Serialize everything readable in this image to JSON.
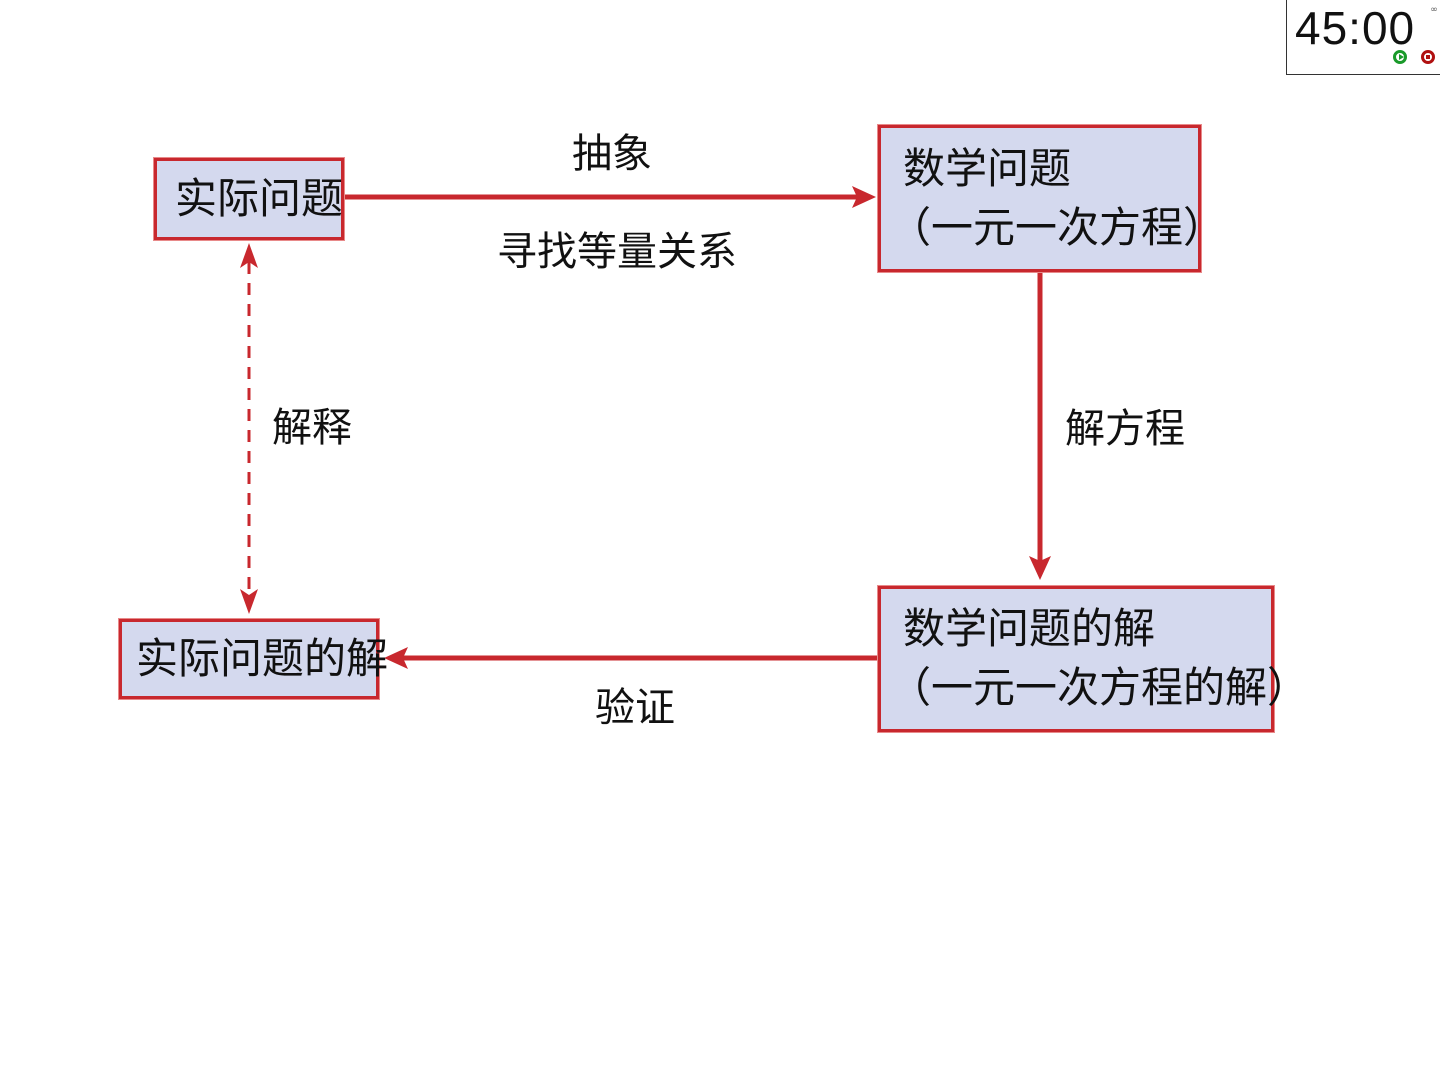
{
  "boxes": {
    "actual_problem": "实际问题",
    "math_problem": {
      "line1": "数学问题",
      "line2": "（一元一次方程）"
    },
    "math_solution": {
      "line1": "数学问题的解",
      "line2": "（一元一次方程的解）"
    },
    "actual_solution": "实际问题的解"
  },
  "labels": {
    "abstract": "抽象",
    "find_relation": "寻找等量关系",
    "solve_equation": "解方程",
    "verify": "验证",
    "explain": "解释"
  },
  "timer": {
    "display": "45:00"
  },
  "colors": {
    "box_fill": "#d4d9ee",
    "accent_red": "#c8282e",
    "play_green": "#1a9a2a"
  }
}
